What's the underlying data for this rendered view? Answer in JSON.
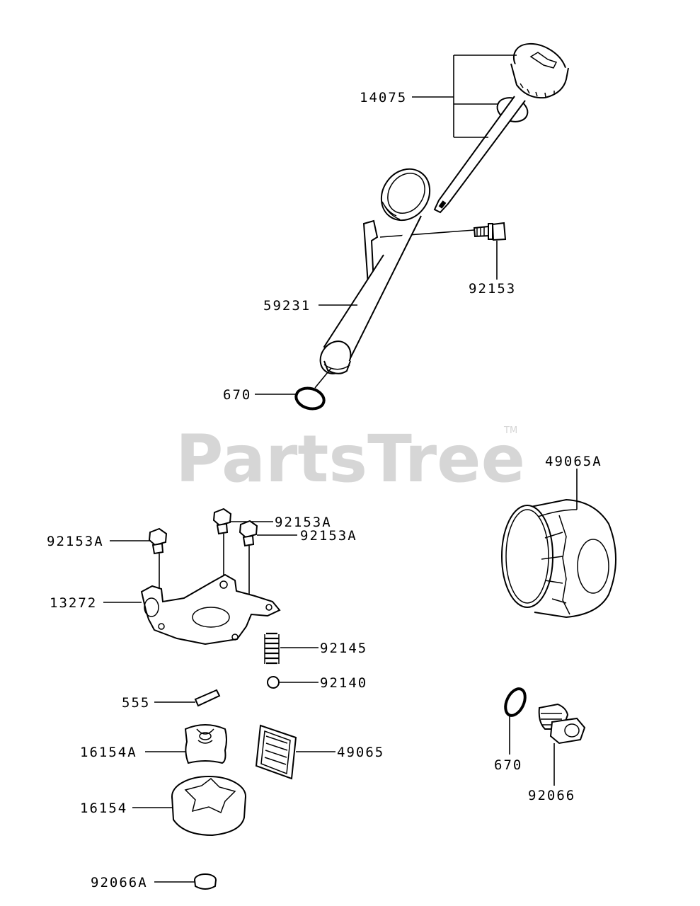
{
  "watermark": {
    "text": "PartsTree",
    "trademark": "TM"
  },
  "parts": [
    {
      "id": "oil-dipstick",
      "number": "14075"
    },
    {
      "id": "dipstick-tube-bolt",
      "number": "92153"
    },
    {
      "id": "dipstick-tube",
      "number": "59231"
    },
    {
      "id": "tube-o-ring",
      "number": "670"
    },
    {
      "id": "oil-filter",
      "number": "49065A"
    },
    {
      "id": "pump-bolt-top",
      "number": "92153A"
    },
    {
      "id": "pump-bolt-left",
      "number": "92153A"
    },
    {
      "id": "pump-bolt-right",
      "number": "92153A"
    },
    {
      "id": "pump-cover-plate",
      "number": "13272"
    },
    {
      "id": "relief-spring",
      "number": "92145"
    },
    {
      "id": "relief-ball",
      "number": "92140"
    },
    {
      "id": "pin",
      "number": "555"
    },
    {
      "id": "inner-rotor",
      "number": "16154A"
    },
    {
      "id": "screen-filter",
      "number": "49065"
    },
    {
      "id": "outer-rotor",
      "number": "16154"
    },
    {
      "id": "drain-o-ring",
      "number": "670"
    },
    {
      "id": "drain-plug",
      "number": "92066"
    },
    {
      "id": "seal-ring",
      "number": "92066A"
    }
  ]
}
